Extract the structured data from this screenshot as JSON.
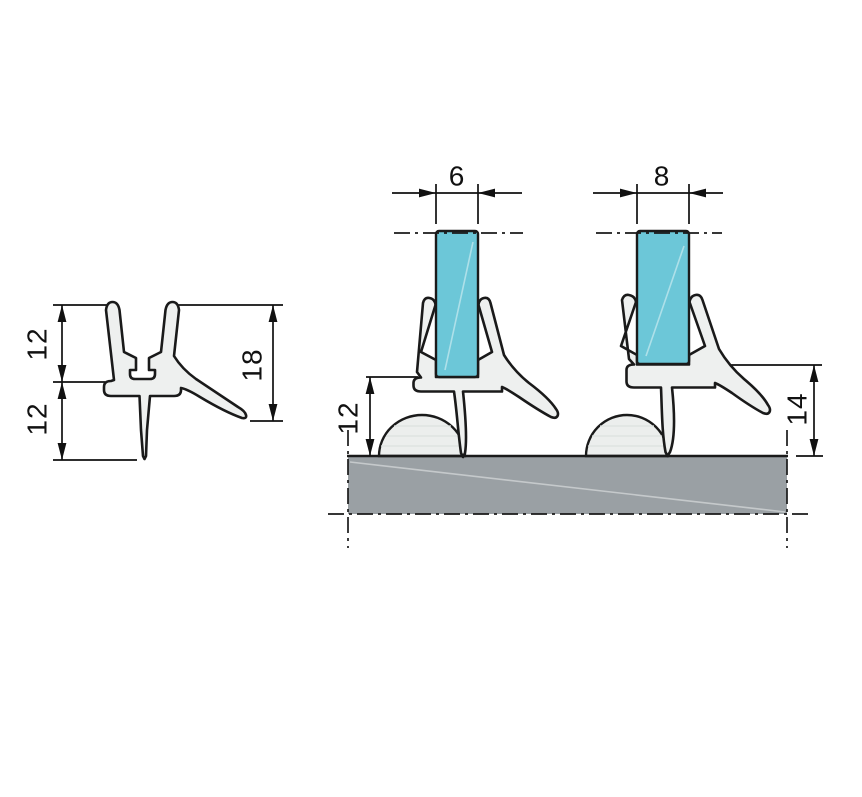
{
  "drawing": {
    "labels": {
      "left_upper": "12",
      "left_lower": "12",
      "left_total": "18",
      "glass_thin": "6",
      "glass_thick": "8",
      "clearance_thin": "12",
      "clearance_thick": "14"
    },
    "colors": {
      "glass": "#6cc7d8",
      "floor": "#9aa0a4",
      "seal": "#eef0ef",
      "dome": "#eceeed",
      "outline": "#1a1a1a",
      "dim": "#111111",
      "background": "#ffffff"
    }
  }
}
